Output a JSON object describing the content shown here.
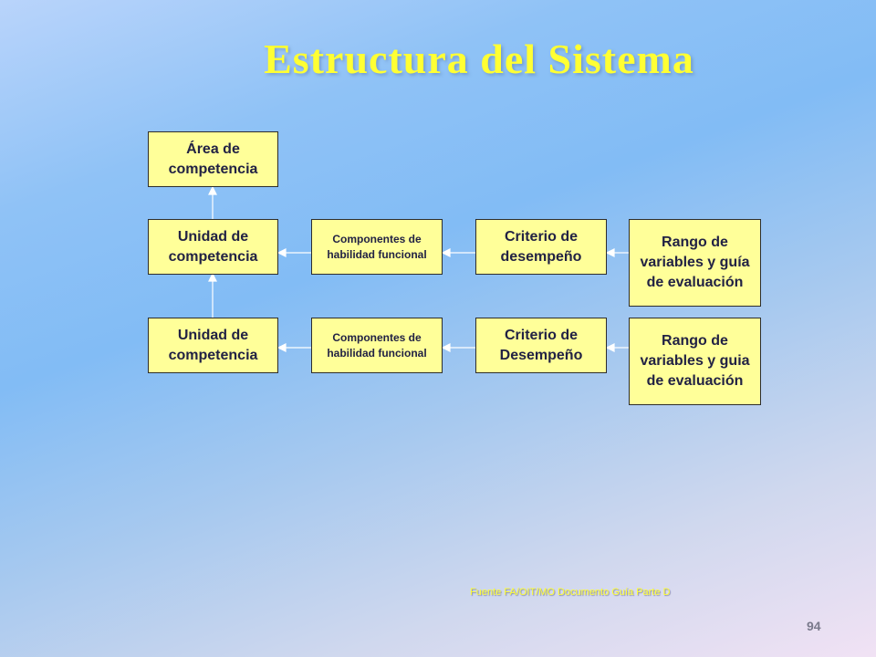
{
  "title": "Estructura del Sistema",
  "nodes": {
    "area": "Área de competencia",
    "unidad_1": "Unidad de competencia",
    "componentes_1": "Componentes de habilidad funcional",
    "criterio_1": "Criterio de desempeño",
    "rango_1": "Rango de variables y guía de evaluación",
    "unidad_2": "Unidad de competencia",
    "componentes_2": "Componentes de habilidad funcional",
    "criterio_2": "Criterio de Desempeño",
    "rango_2": "Rango de variables y guia de evaluación"
  },
  "source": "Fuente FA/OIT/MO Documento Guía Parte D",
  "page_number": "94"
}
